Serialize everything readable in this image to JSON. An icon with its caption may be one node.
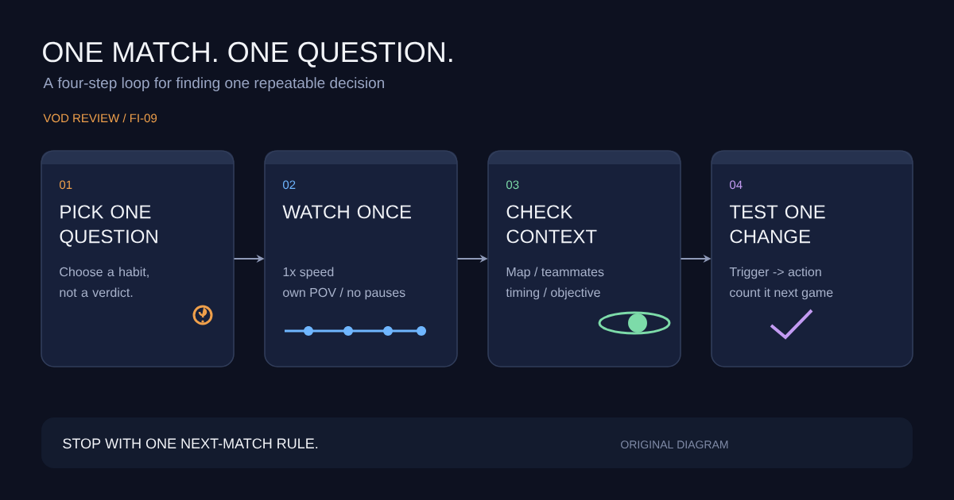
{
  "diagram": {
    "title": "ONE MATCH. ONE QUESTION.",
    "nodes": [
      {
        "text": [
          "01",
          "PICK ONE QUESTION",
          "Choose a habit, not a verdict."
        ]
      },
      {
        "text": [
          "02",
          "WATCH ONCE",
          "1x speed",
          "own POV / no pauses"
        ]
      },
      {
        "text": [
          "03",
          "CHECK CONTEXT",
          "Map / teammates",
          "timing / objective"
        ]
      },
      {
        "text": [
          "04",
          "TEST ONE CHANGE",
          "Trigger -> action",
          "count it next game"
        ]
      },
      {
        "text": [
          "STOP WITH ONE NEXT-MATCH RULE.",
          "ORIGINAL DIAGRAM"
        ]
      }
    ],
    "edges": [
      {
        "from": 0,
        "to": 1,
        "arrow": "to"
      },
      {
        "from": 1,
        "to": 2,
        "arrow": "to"
      },
      {
        "from": 2,
        "to": 3,
        "arrow": "to"
      }
    ],
    "labels": [
      "A four-step loop for finding one repeatable decision",
      "VOD REVIEW / FI-09"
    ]
  }
}
